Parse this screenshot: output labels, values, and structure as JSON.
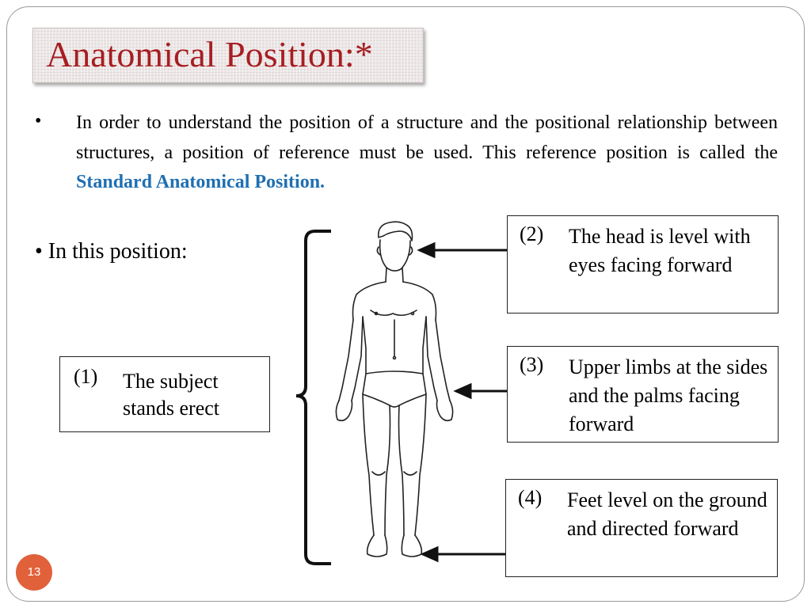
{
  "slide": {
    "title": "Anatomical Position:*",
    "intro": {
      "bullet": "•",
      "text_before": "In order to understand the position of a structure and the positional relationship between structures, a position of reference must be used. This reference position is called the ",
      "highlight": "Standard Anatomical Position.",
      "highlight_color": "#1f6fb2"
    },
    "sub_heading": "• In this position:",
    "boxes": [
      {
        "number": "(1)",
        "text": "The subject stands erect"
      },
      {
        "number": "(2)",
        "text": "The head is level with eyes facing forward"
      },
      {
        "number": "(3)",
        "text": "Upper limbs at the sides and the palms facing forward"
      },
      {
        "number": "(4)",
        "text": "Feet level on the ground and directed forward"
      }
    ],
    "page_number": "13",
    "colors": {
      "title": "#a61e22",
      "badge": "#e1613a"
    }
  }
}
